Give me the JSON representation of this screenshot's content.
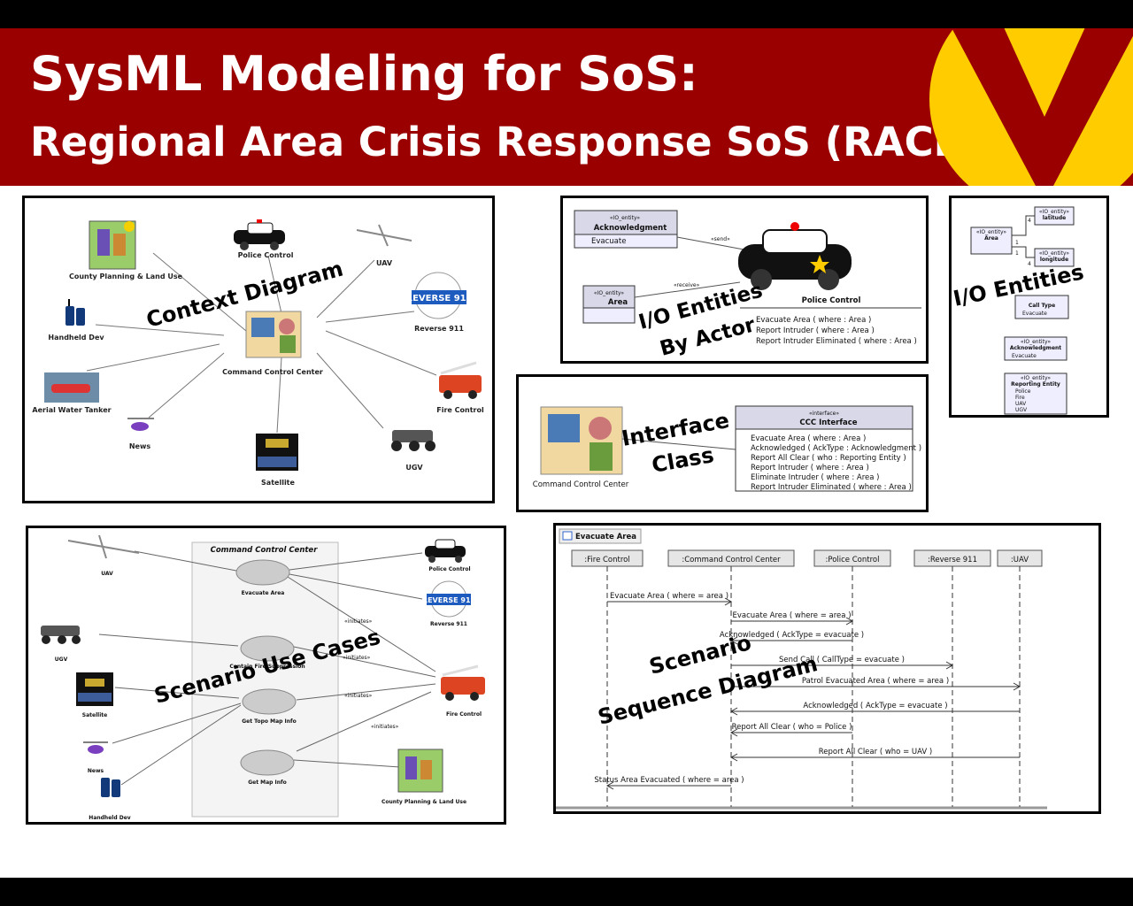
{
  "header": {
    "title_line1": "SysML Modeling for SoS:",
    "title_line2": "Regional Area Crisis Response SoS (RACRS)"
  },
  "colors": {
    "banner": "#9b0000",
    "logo": "#ffcc00"
  },
  "context_diagram": {
    "overlay_label": "Context Diagram",
    "center": "Command Control Center",
    "nodes": [
      "County Planning & Land Use",
      "Police Control",
      "UAV",
      "Handheld Dev",
      "Reverse 911",
      "Aerial Water Tanker",
      "Fire Control",
      "News",
      "UGV",
      "Satellite"
    ],
    "reverse911_badge": "REVERSE 911"
  },
  "io_by_actor": {
    "overlay_line1": "I/O Entities",
    "overlay_line2": "By Actor",
    "stereotype": "«IO_entity»",
    "ack_name": "Acknowledgment",
    "ack_attr": "Evacuate",
    "area_name": "Area",
    "send": "«send»",
    "receive": "«receive»",
    "actor": "Police Control",
    "ops": [
      "Evacuate Area ( where : Area )",
      "Report Intruder ( where : Area )",
      "Report Intruder Eliminated ( where : Area )"
    ]
  },
  "io_entities": {
    "overlay_label": "I/O Entities",
    "stereotype": "«IO_entity»",
    "area": "Area",
    "latitude": "latitude",
    "longitude": "longitude",
    "call_type": "Call Type",
    "call_attr": "Evacuate",
    "ack": "Acknowledgment",
    "ack_attr": "Evacuate",
    "reporting": "Reporting Entity",
    "reporting_attrs": [
      "Police",
      "Fire",
      "UAV",
      "UGV"
    ],
    "mult": [
      "4",
      "1",
      "1",
      "4"
    ]
  },
  "interface_class": {
    "overlay_line1": "Interface",
    "overlay_line2": "Class",
    "actor": "Command Control Center",
    "stereotype": "«interface»",
    "name": "CCC Interface",
    "ops": [
      "Evacuate Area ( where : Area )",
      "Acknowledged ( AckType : Acknowledgment )",
      "Report All Clear ( who : Reporting Entity )",
      "Report Intruder ( where : Area )",
      "Eliminate Intruder ( where : Area )",
      "Report Intruder Eliminated ( where : Area )"
    ]
  },
  "use_cases": {
    "overlay_label": "Scenario Use Cases",
    "system": "Command Control Center",
    "cases": [
      "Evacuate Area",
      "Contain Fire/Suppression",
      "Get Topo Map Info",
      "Get Map Info"
    ],
    "actors": [
      "UAV",
      "UGV",
      "Satellite",
      "News",
      "Handheld Dev",
      "Police Control",
      "Reverse 911",
      "Fire Control",
      "County Planning & Land Use"
    ],
    "initiates": "«initiates»"
  },
  "sequence": {
    "overlay_line1": "Scenario",
    "overlay_line2": "Sequence Diagram",
    "frame_title": "Evacuate Area",
    "lifelines": [
      ":Fire Control",
      ":Command Control Center",
      ":Police Control",
      ":Reverse 911",
      ":UAV"
    ],
    "messages": [
      "Evacuate Area ( where = area )",
      "Evacuate Area ( where = area )",
      "Acknowledged ( AckType = evacuate )",
      "Send Call ( CallType = evacuate )",
      "Patrol Evacuated Area ( where = area )",
      "Acknowledged ( AckType = evacuate )",
      "Report All Clear ( who = Police )",
      "Report All Clear ( who = UAV )",
      "Status Area Evacuated ( where = area )"
    ]
  }
}
